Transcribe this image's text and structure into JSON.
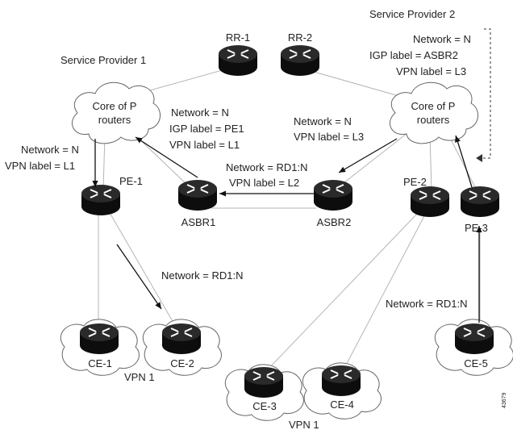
{
  "providers": {
    "sp1_label": "Service Provider 1",
    "sp2_label": "Service Provider 2"
  },
  "devices": {
    "rr1": "RR-1",
    "rr2": "RR-2",
    "pe1": "PE-1",
    "pe2": "PE-2",
    "pe3": "PE-3",
    "asbr1": "ASBR1",
    "asbr2": "ASBR2",
    "ce1": "CE-1",
    "ce2": "CE-2",
    "ce3": "CE-3",
    "ce4": "CE-4",
    "ce5": "CE-5"
  },
  "clouds": {
    "core1": [
      "Core of P",
      "routers"
    ],
    "core2": [
      "Core of P",
      "routers"
    ]
  },
  "vpn": {
    "left": "VPN 1",
    "bottom": "VPN 1"
  },
  "annotations": {
    "sp2_top": [
      "Network = N",
      "IGP label = ASBR2",
      "VPN label = L3"
    ],
    "center_left": [
      "Network = N",
      "IGP label = PE1",
      "VPN label = L1"
    ],
    "center_right": [
      "Network = N",
      "VPN label = L3"
    ],
    "left": [
      "Network = N",
      "VPN label = L1"
    ],
    "middle": [
      "Network = RD1:N",
      "VPN label = L2"
    ],
    "pe1_ce2": "Network = RD1:N",
    "ce5_pe3": "Network = RD1:N"
  },
  "figure_id": "43679"
}
